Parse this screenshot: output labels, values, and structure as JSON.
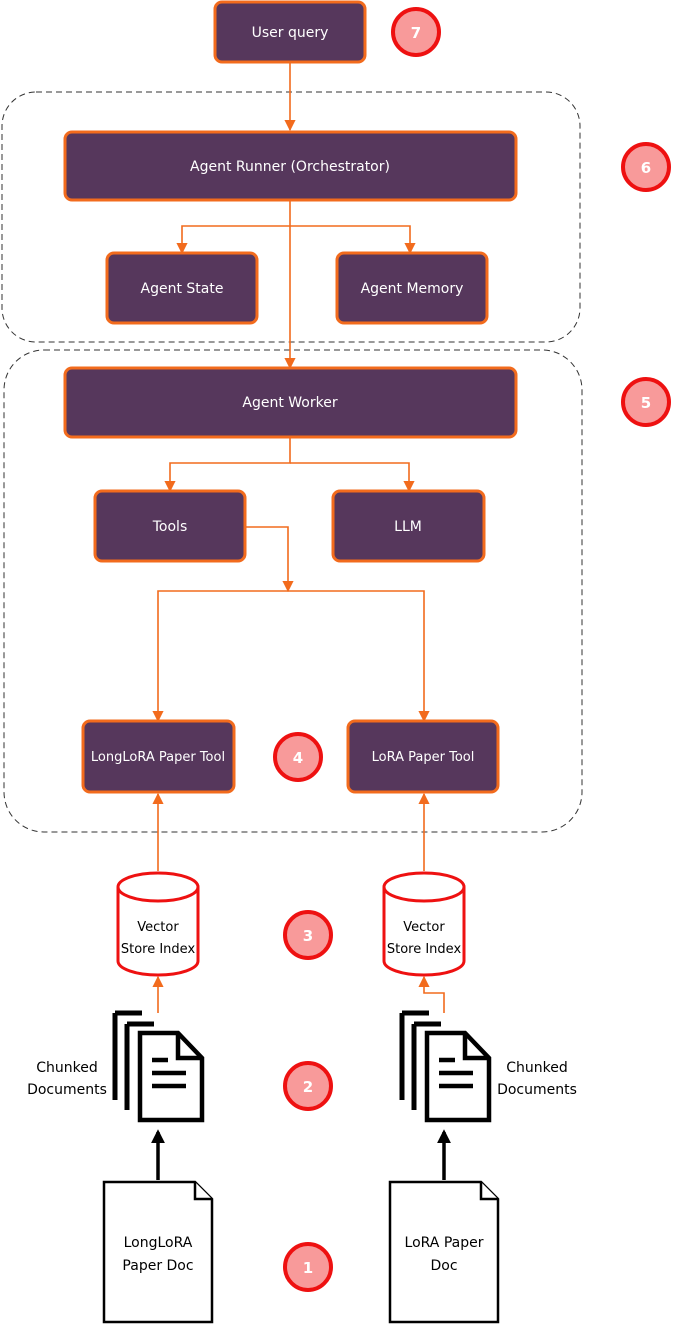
{
  "nodes": {
    "user_query": "User query",
    "agent_runner": "Agent Runner (Orchestrator)",
    "agent_state": "Agent State",
    "agent_memory": "Agent Memory",
    "agent_worker": "Agent Worker",
    "tools": "Tools",
    "llm": "LLM",
    "longlora_tool": "LongLoRA Paper Tool",
    "lora_tool": "LoRA Paper Tool"
  },
  "stores": {
    "left": [
      "Vector",
      "Store Index"
    ],
    "right": [
      "Vector",
      "Store Index"
    ]
  },
  "chunks": {
    "left": [
      "Chunked",
      "Documents"
    ],
    "right": [
      "Chunked",
      "Documents"
    ]
  },
  "docs": {
    "left": [
      "LongLoRA",
      "Paper Doc"
    ],
    "right": [
      "LoRA Paper",
      "Doc"
    ]
  },
  "steps": [
    "7",
    "6",
    "5",
    "4",
    "3",
    "2",
    "1"
  ],
  "colors": {
    "box_fill": "#56375c",
    "box_border": "#f26b1d",
    "arrow": "#f26b1d",
    "badge_fill": "#f89a9a",
    "badge_border": "#ee1111",
    "db_border": "#ee1111"
  }
}
